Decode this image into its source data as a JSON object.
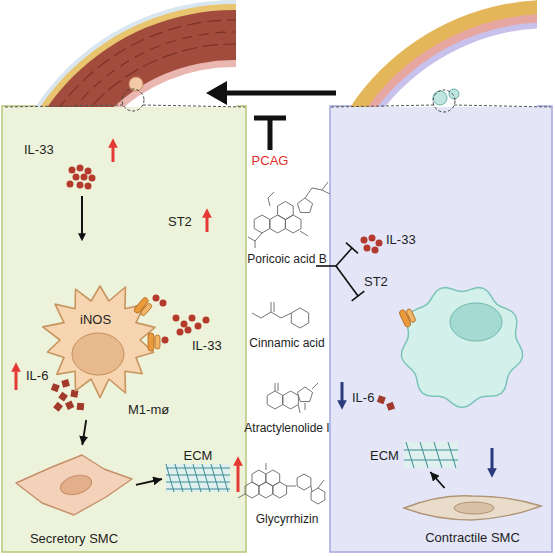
{
  "diagram": {
    "nodes": [
      {
        "text": [
          "iNOS",
          "M1-mø"
        ]
      },
      {
        "text": [
          "Secretory SMC"
        ]
      },
      {
        "text": [
          "ECM"
        ]
      },
      {
        "text": [
          "Contractile SMC"
        ]
      },
      {
        "text": [
          "ECM"
        ]
      }
    ],
    "edges": [
      {
        "from": 0,
        "to": 1,
        "arrow": "to"
      },
      {
        "from": 1,
        "to": 2,
        "arrow": "to"
      },
      {
        "from": 3,
        "to": 4,
        "arrow": "to"
      }
    ],
    "labels": [
      "IL-33",
      "ST2",
      "IL-33",
      "IL-6",
      "PCAG",
      "Poricoic acid B",
      "Cinnamic acid",
      "Atractylenolide I",
      "Glycyrrhizin",
      "IL-33",
      "ST2",
      "IL-6"
    ]
  }
}
